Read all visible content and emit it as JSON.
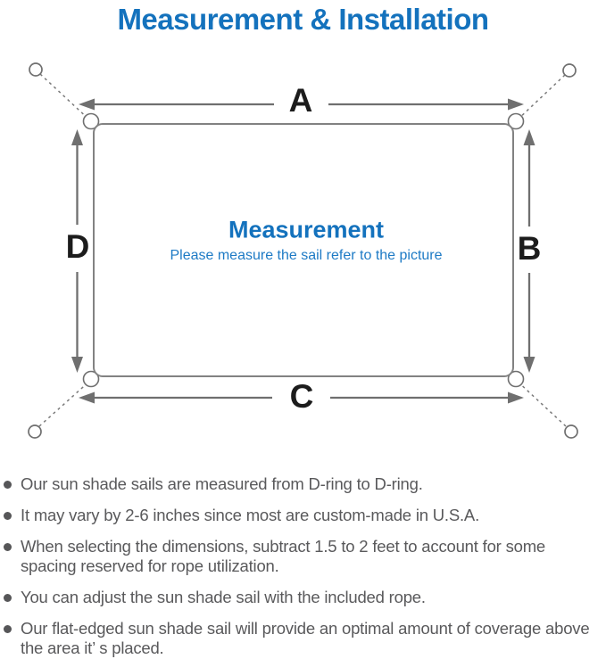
{
  "page": {
    "title": "Measurement & Installation"
  },
  "diagram": {
    "heading": "Measurement",
    "subheading": "Please measure the sail refer to the picture",
    "dimension_labels": {
      "top": "A",
      "right": "B",
      "bottom": "C",
      "left": "D"
    }
  },
  "notes": [
    "Our sun shade sails are measured from D-ring to D-ring.",
    "It may vary by 2-6 inches since most are custom-made in U.S.A.",
    "When selecting the dimensions, subtract 1.5 to 2 feet to account for some spacing reserved for rope utilization.",
    "You can adjust the sun shade sail with the included rope.",
    "Our flat-edged sun shade sail will provide an optimal amount of coverage above the area it’ s placed."
  ],
  "colors": {
    "accent_blue": "#1472bd",
    "subtitle_blue": "#1d7ac5",
    "line_gray": "#6f6f6f",
    "outline_gray": "#828282",
    "text_gray": "#59595b",
    "label_black": "#1c1c1c"
  }
}
